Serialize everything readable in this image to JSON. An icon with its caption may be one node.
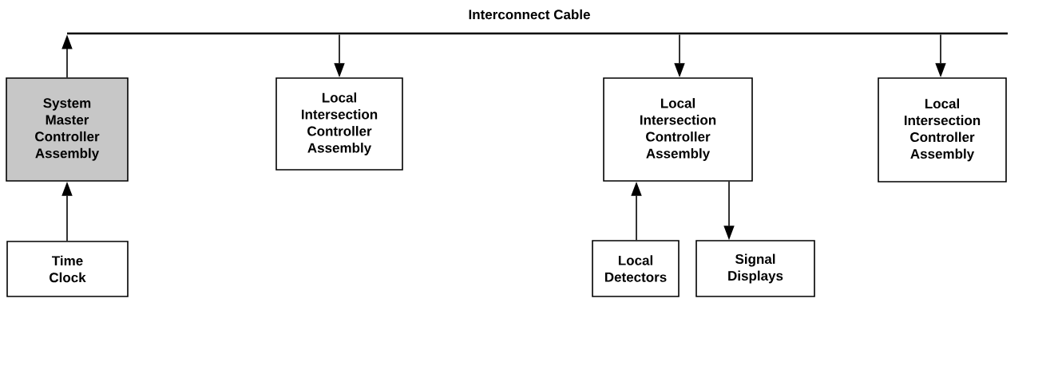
{
  "diagram": {
    "nodes": [
      {
        "text": [
          "Interconnect Cable"
        ]
      },
      {
        "text": [
          "System Master Controller Assembly"
        ]
      },
      {
        "text": [
          "Local Intersection Controller Assembly"
        ]
      },
      {
        "text": [
          "Local Intersection Controller Assembly"
        ]
      },
      {
        "text": [
          "Local Intersection Controller Assembly"
        ]
      },
      {
        "text": [
          "Time Clock"
        ]
      },
      {
        "text": [
          "Local Detectors"
        ]
      },
      {
        "text": [
          "Signal Displays"
        ]
      }
    ],
    "edges": [
      {
        "from": 1,
        "to": 0,
        "arrow": "to"
      },
      {
        "from": 0,
        "to": 2,
        "arrow": "to"
      },
      {
        "from": 0,
        "to": 3,
        "arrow": "to"
      },
      {
        "from": 0,
        "to": 4,
        "arrow": "to"
      },
      {
        "from": 5,
        "to": 1,
        "arrow": "to"
      },
      {
        "from": 6,
        "to": 3,
        "arrow": "to"
      },
      {
        "from": 3,
        "to": 7,
        "arrow": "to"
      }
    ]
  }
}
